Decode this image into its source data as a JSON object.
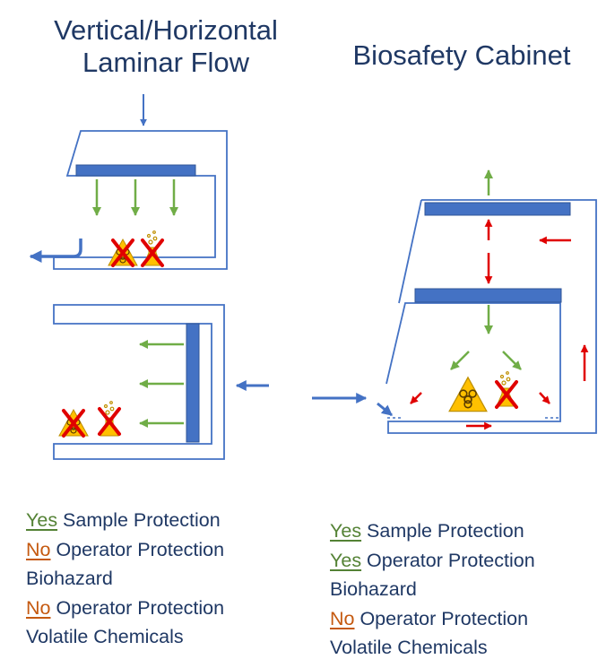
{
  "titles": {
    "left": [
      "Vertical/Horizontal",
      "Laminar Flow"
    ],
    "right": "Biosafety Cabinet"
  },
  "legend_left": [
    {
      "tag": "Yes",
      "tag_type": "yes",
      "text": " Sample Protection"
    },
    {
      "tag": "No",
      "tag_type": "no",
      "text": " Operator Protection"
    },
    {
      "tag": "",
      "tag_type": "",
      "text": "Biohazard"
    },
    {
      "tag": "No",
      "tag_type": "no",
      "text": " Operator Protection"
    },
    {
      "tag": "",
      "tag_type": "",
      "text": "Volatile Chemicals"
    }
  ],
  "legend_right": [
    {
      "tag": "Yes",
      "tag_type": "yes",
      "text": " Sample Protection"
    },
    {
      "tag": "Yes",
      "tag_type": "yes",
      "text": " Operator Protection"
    },
    {
      "tag": "",
      "tag_type": "",
      "text": "Biohazard"
    },
    {
      "tag": "No",
      "tag_type": "no",
      "text": " Operator Protection"
    },
    {
      "tag": "",
      "tag_type": "",
      "text": "Volatile Chemicals"
    }
  ],
  "colors": {
    "outline": "#4472c4",
    "filter": "#4472c4",
    "filter_stroke": "#2f5597",
    "green_arrow": "#70ad47",
    "red_arrow": "#e00000",
    "blue_arrow": "#4472c4",
    "cross": "#e00000",
    "hazard_fill": "#ffc000",
    "text": "#1f3864",
    "yes": "#548235",
    "no": "#c55a11"
  },
  "icons": {
    "hazard": "biohazard-warning-icon",
    "chemical": "volatile-chemical-icon",
    "cross": "red-x-icon"
  }
}
